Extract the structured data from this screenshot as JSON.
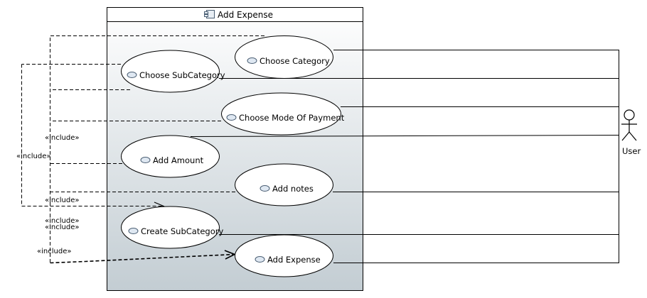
{
  "system": {
    "title": "Add Expense"
  },
  "actor": {
    "label": "User"
  },
  "use_cases": [
    {
      "id": "choose-category",
      "label": "Choose Category"
    },
    {
      "id": "choose-subcategory",
      "label": "Choose SubCategory"
    },
    {
      "id": "choose-mode-of-payment",
      "label": "Choose Mode Of Payment"
    },
    {
      "id": "add-amount",
      "label": "Add Amount"
    },
    {
      "id": "add-notes",
      "label": "Add notes"
    },
    {
      "id": "create-subcategory",
      "label": "Create SubCategory"
    },
    {
      "id": "add-expense",
      "label": "Add Expense"
    }
  ],
  "stereotypes": {
    "include": "«include»"
  },
  "colors": {
    "system_gradient_top": "#ffffff",
    "system_gradient_bottom": "#c3cdd3",
    "line": "#000000",
    "ellipse_fill": "#ffffff",
    "icon_fill": "#dfe8f2",
    "icon_stroke": "#4a5e73"
  }
}
